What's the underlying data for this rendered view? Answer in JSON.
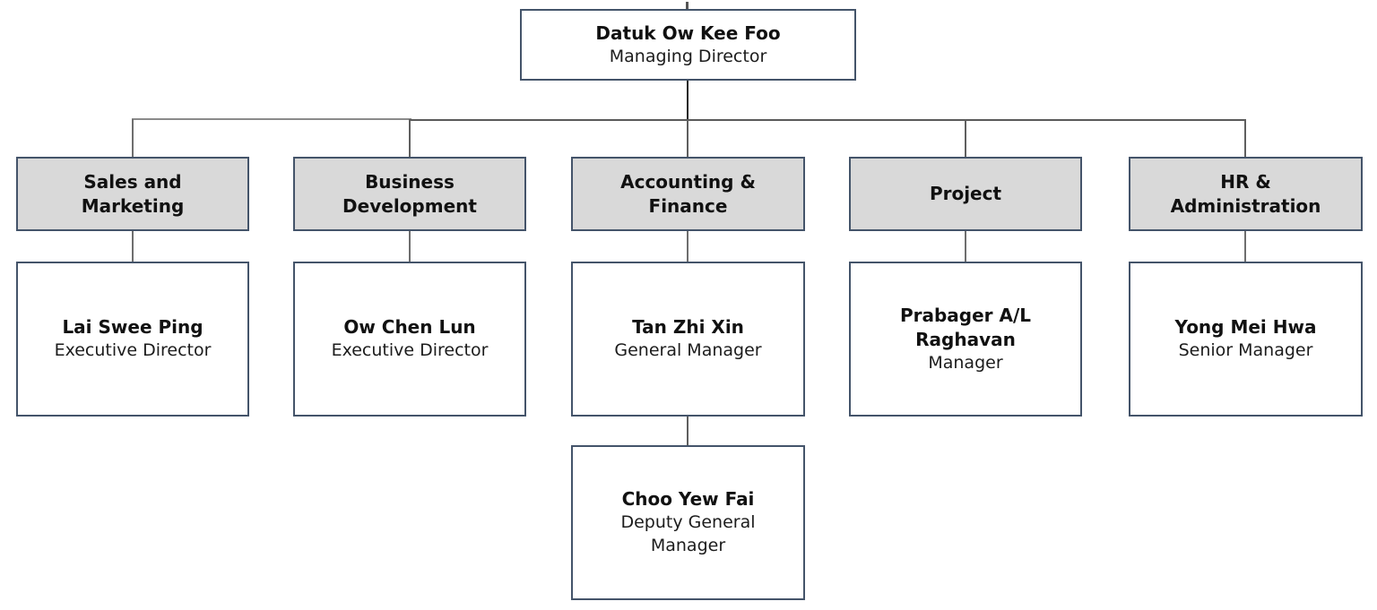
{
  "chart": {
    "root": {
      "name": "Datuk Ow Kee Foo",
      "title": "Managing Director"
    },
    "departments": [
      {
        "label": "Sales and\nMarketing",
        "head": {
          "name": "Lai Swee Ping",
          "title": "Executive Director"
        }
      },
      {
        "label": "Business\nDevelopment",
        "head": {
          "name": "Ow Chen Lun",
          "title": "Executive Director"
        }
      },
      {
        "label": "Accounting &\nFinance",
        "head": {
          "name": "Tan Zhi Xin",
          "title": "General Manager"
        },
        "sub": {
          "name": "Choo Yew Fai",
          "title": "Deputy General\nManager"
        }
      },
      {
        "label": "Project",
        "head": {
          "name": "Prabager A/L\nRaghavan",
          "title": "Manager"
        }
      },
      {
        "label": "HR &\nAdministration",
        "head": {
          "name": "Yong Mei Hwa",
          "title": "Senior Manager"
        }
      }
    ],
    "colors": {
      "box_border": "#44546a",
      "department_fill": "#d9d9d9",
      "person_fill": "#ffffff",
      "connector_gray": "#6e6e6e",
      "connector_dark": "#222222",
      "text": "#111111"
    }
  }
}
